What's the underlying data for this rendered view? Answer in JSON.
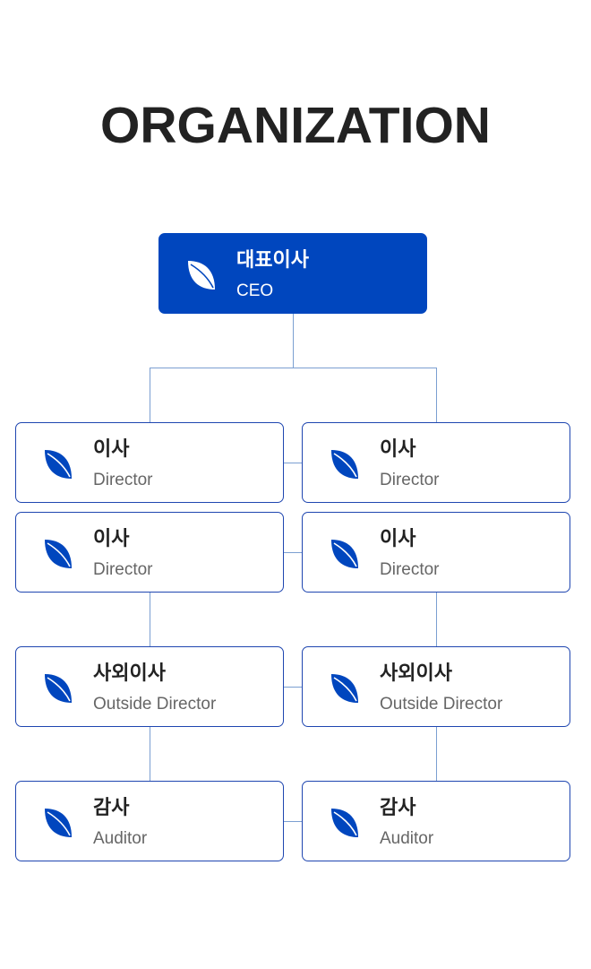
{
  "page_title": "ORGANIZATION",
  "accent_color": "#0046be",
  "line_color": "#7b9fd1",
  "ceo": {
    "name": "대표이사",
    "role": "CEO"
  },
  "directors": [
    {
      "name": "이사",
      "role": "Director"
    },
    {
      "name": "이사",
      "role": "Director"
    },
    {
      "name": "이사",
      "role": "Director"
    },
    {
      "name": "이사",
      "role": "Director"
    }
  ],
  "outside_directors": [
    {
      "name": "사외이사",
      "role": "Outside Director"
    },
    {
      "name": "사외이사",
      "role": "Outside Director"
    }
  ],
  "auditors": [
    {
      "name": "감사",
      "role": "Auditor"
    },
    {
      "name": "감사",
      "role": "Auditor"
    }
  ]
}
